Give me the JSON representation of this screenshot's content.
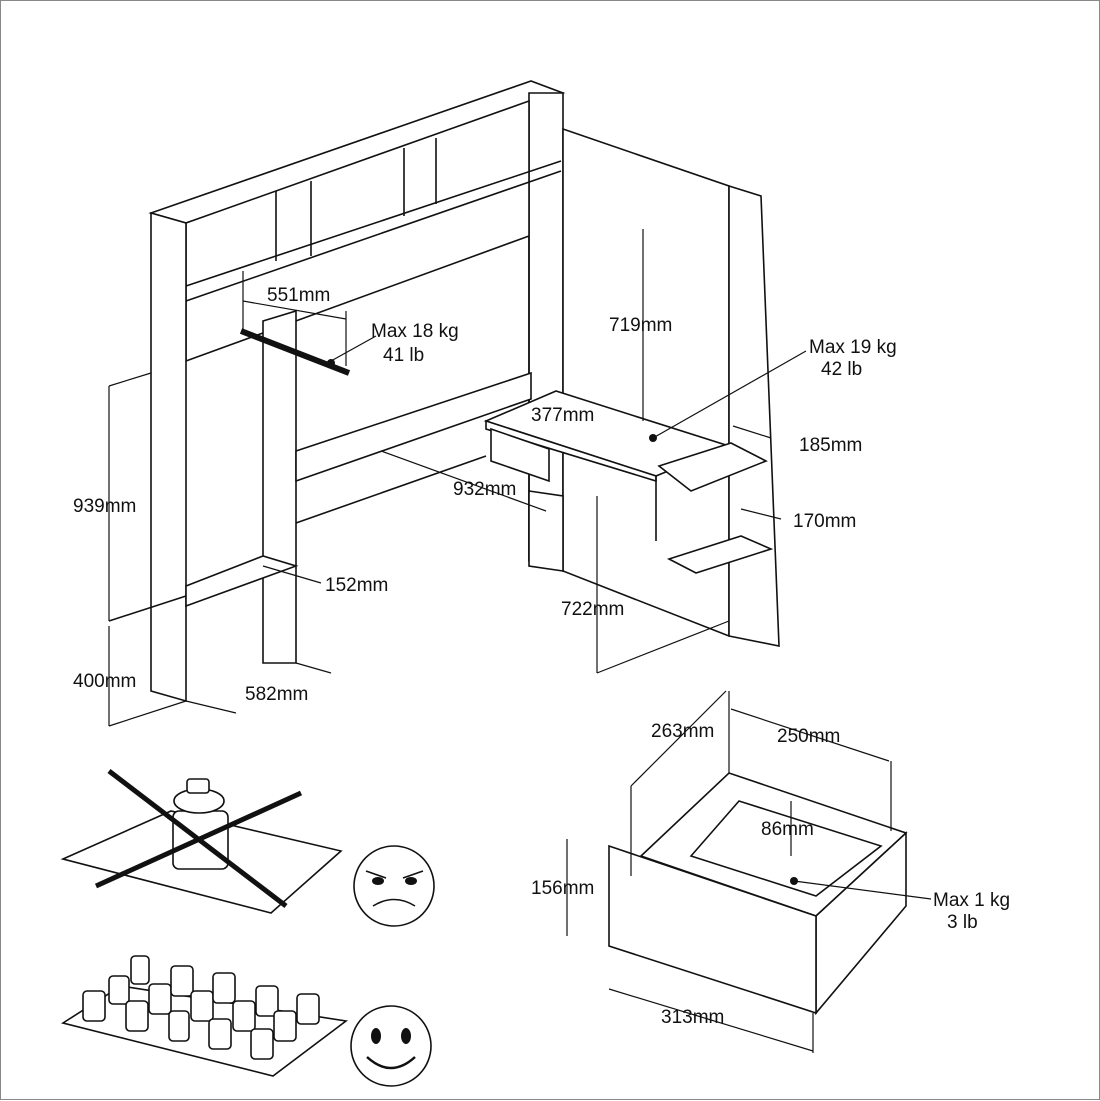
{
  "title": "Loft bed desk unit dimensions",
  "dimensions": {
    "rail_width": "551mm",
    "rail_load_kg": "Max 18 kg",
    "rail_load_lb": "41 lb",
    "hutch_height": "719mm",
    "desk_load_kg": "Max 19 kg",
    "desk_load_lb": "42 lb",
    "desk_depth": "377mm",
    "shelf_upper_depth": "185mm",
    "desk_width": "932mm",
    "shelf_lower_depth": "170mm",
    "left_height": "939mm",
    "bottom_shelf_depth": "152mm",
    "desk_height": "722mm",
    "base_height": "400mm",
    "depth": "582mm"
  },
  "drawer": {
    "depth": "263mm",
    "width": "250mm",
    "inner_height": "86mm",
    "height": "156mm",
    "load_kg": "Max 1 kg",
    "load_lb": "3 lb",
    "front_width": "313mm"
  },
  "icons": [
    "point-load-forbidden-icon",
    "sad-face-icon",
    "distributed-load-ok-icon",
    "happy-face-icon"
  ]
}
